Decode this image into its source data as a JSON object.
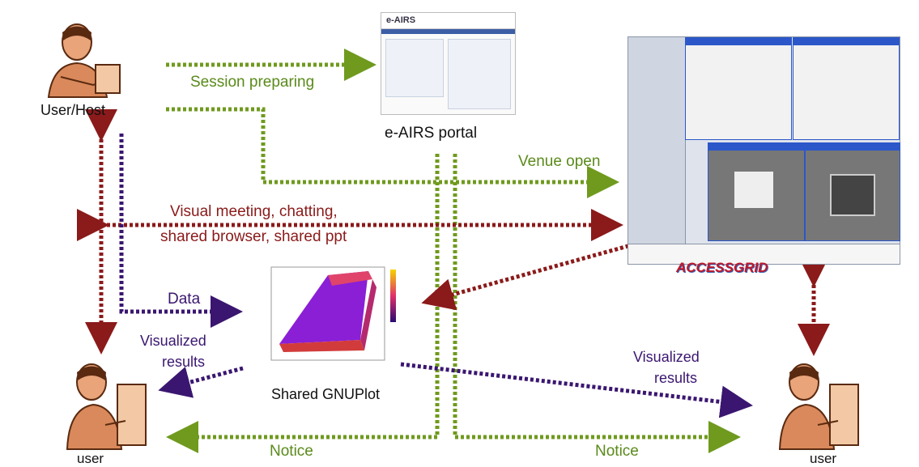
{
  "labels": {
    "user_host": "User/Host",
    "session_preparing": "Session preparing",
    "eairs_portal": "e-AIRS portal",
    "venue_open": "Venue open",
    "visual_meeting_line1": "Visual meeting, chatting,",
    "visual_meeting_line2": "shared browser, shared ppt",
    "data": "Data",
    "visualized_left_line1": "Visualized",
    "visualized_left_line2": "results",
    "visualized_right_line1": "Visualized",
    "visualized_right_line2": "results",
    "shared_gnuplot": "Shared GNUPlot",
    "notice_left": "Notice",
    "notice_right": "Notice",
    "user_left": "user",
    "user_right": "user"
  },
  "portal": {
    "logo": "e-AIRS"
  },
  "accessgrid": {
    "logo": "ACCESSGRID"
  },
  "colors": {
    "green": "#6f9a1e",
    "red": "#8b1a1a",
    "purple": "#3a1670"
  }
}
